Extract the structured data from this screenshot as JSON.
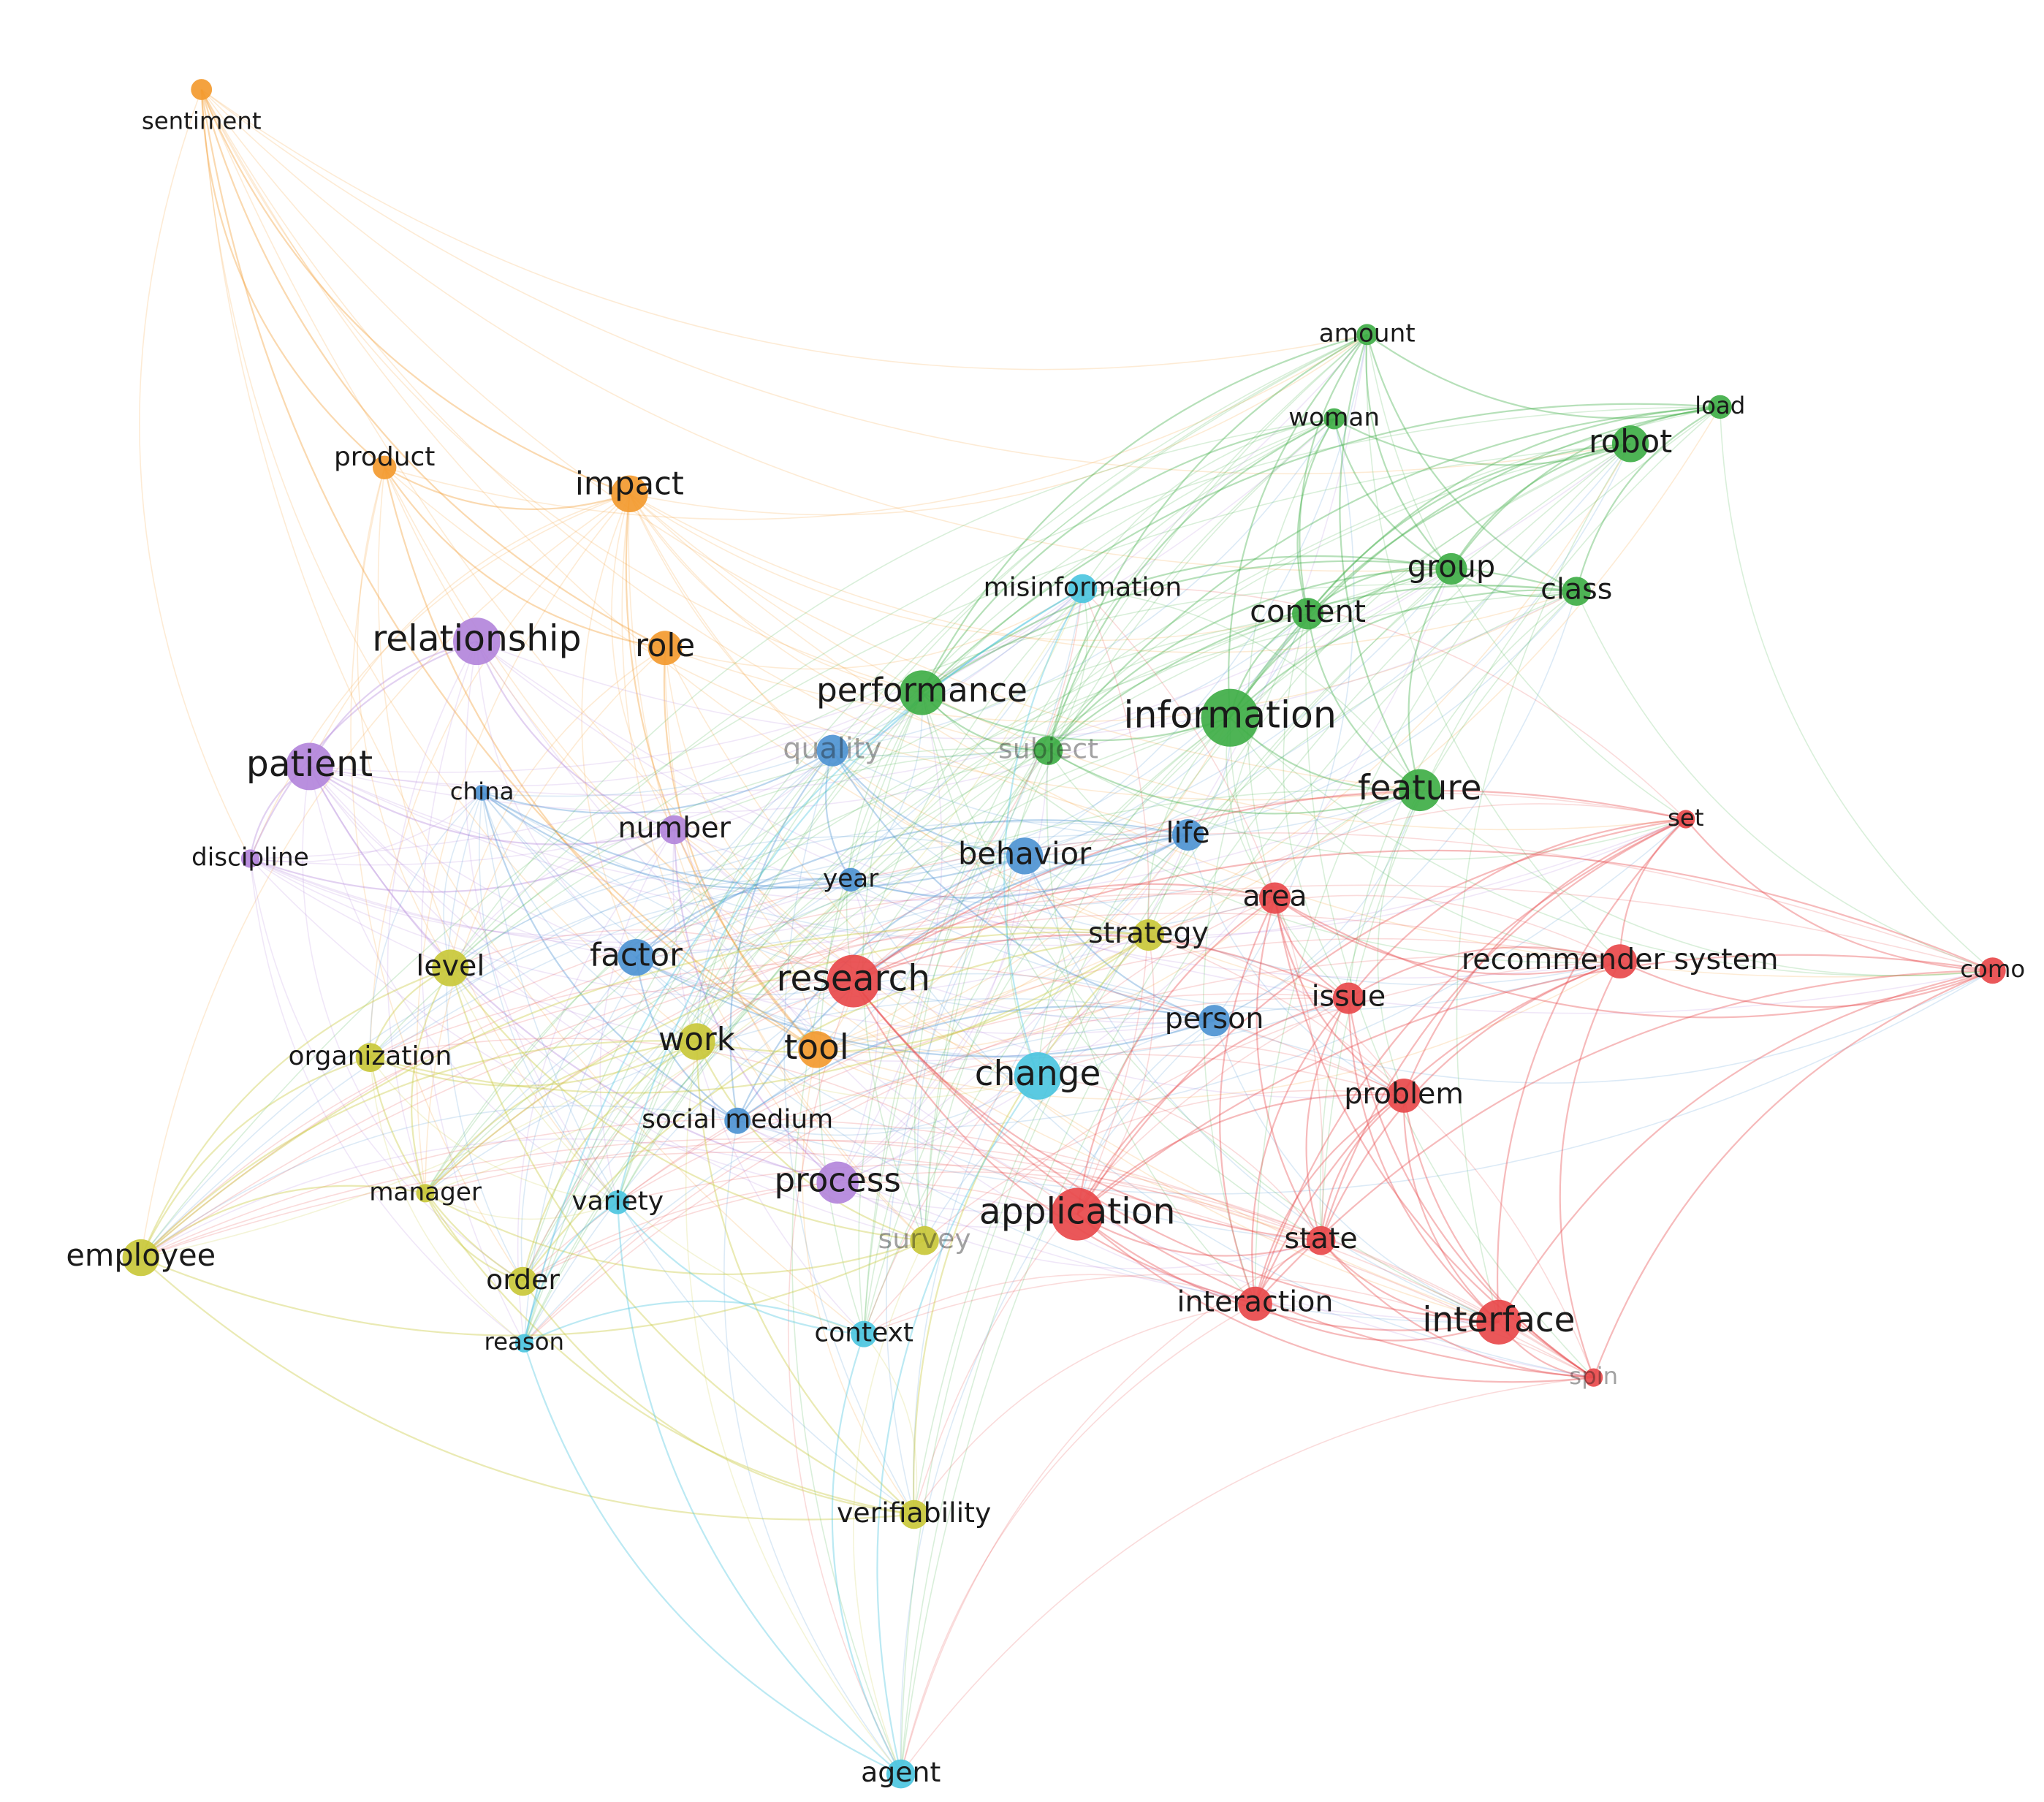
{
  "colors": {
    "orange": "#f39a2f",
    "purple": "#b386db",
    "blue": "#4e94d2",
    "green": "#3fae47",
    "red": "#e8494b",
    "yellow": "#c9c83a",
    "cyan": "#4cc6e0"
  },
  "nodes": [
    {
      "id": "sentiment",
      "label": "sentiment",
      "cluster": "orange"
    },
    {
      "id": "product",
      "label": "product",
      "cluster": "orange"
    },
    {
      "id": "impact",
      "label": "impact",
      "cluster": "orange"
    },
    {
      "id": "role",
      "label": "role",
      "cluster": "orange"
    },
    {
      "id": "tool",
      "label": "tool",
      "cluster": "orange"
    },
    {
      "id": "relationship",
      "label": "relationship",
      "cluster": "purple"
    },
    {
      "id": "patient",
      "label": "patient",
      "cluster": "purple"
    },
    {
      "id": "discipline",
      "label": "discipline",
      "cluster": "purple"
    },
    {
      "id": "number",
      "label": "number",
      "cluster": "purple"
    },
    {
      "id": "process",
      "label": "process",
      "cluster": "purple"
    },
    {
      "id": "china",
      "label": "china",
      "cluster": "blue"
    },
    {
      "id": "quality",
      "label": "quality",
      "cluster": "blue"
    },
    {
      "id": "year",
      "label": "year",
      "cluster": "blue"
    },
    {
      "id": "behavior",
      "label": "behavior",
      "cluster": "blue"
    },
    {
      "id": "life",
      "label": "life",
      "cluster": "blue"
    },
    {
      "id": "factor",
      "label": "factor",
      "cluster": "blue"
    },
    {
      "id": "person",
      "label": "person",
      "cluster": "blue"
    },
    {
      "id": "social-medium",
      "label": "social medium",
      "cluster": "blue"
    },
    {
      "id": "amount",
      "label": "amount",
      "cluster": "green"
    },
    {
      "id": "woman",
      "label": "woman",
      "cluster": "green"
    },
    {
      "id": "load",
      "label": "load",
      "cluster": "green"
    },
    {
      "id": "robot",
      "label": "robot",
      "cluster": "green"
    },
    {
      "id": "group",
      "label": "group",
      "cluster": "green"
    },
    {
      "id": "class",
      "label": "class",
      "cluster": "green"
    },
    {
      "id": "content",
      "label": "content",
      "cluster": "green"
    },
    {
      "id": "performance",
      "label": "performance",
      "cluster": "green"
    },
    {
      "id": "information",
      "label": "information",
      "cluster": "green"
    },
    {
      "id": "subject",
      "label": "subject",
      "cluster": "green"
    },
    {
      "id": "feature",
      "label": "feature",
      "cluster": "green"
    },
    {
      "id": "set",
      "label": "set",
      "cluster": "red"
    },
    {
      "id": "area",
      "label": "area",
      "cluster": "red"
    },
    {
      "id": "recommender-system",
      "label": "recommender system",
      "cluster": "red"
    },
    {
      "id": "como",
      "label": "como",
      "cluster": "red"
    },
    {
      "id": "issue",
      "label": "issue",
      "cluster": "red"
    },
    {
      "id": "research",
      "label": "research",
      "cluster": "red"
    },
    {
      "id": "problem",
      "label": "problem",
      "cluster": "red"
    },
    {
      "id": "application",
      "label": "application",
      "cluster": "red"
    },
    {
      "id": "state",
      "label": "state",
      "cluster": "red"
    },
    {
      "id": "interaction",
      "label": "interaction",
      "cluster": "red"
    },
    {
      "id": "interface",
      "label": "interface",
      "cluster": "red"
    },
    {
      "id": "spin",
      "label": "spin",
      "cluster": "red"
    },
    {
      "id": "level",
      "label": "level",
      "cluster": "yellow"
    },
    {
      "id": "organization",
      "label": "organization",
      "cluster": "yellow"
    },
    {
      "id": "work",
      "label": "work",
      "cluster": "yellow"
    },
    {
      "id": "strategy",
      "label": "strategy",
      "cluster": "yellow"
    },
    {
      "id": "manager",
      "label": "manager",
      "cluster": "yellow"
    },
    {
      "id": "employee",
      "label": "employee",
      "cluster": "yellow"
    },
    {
      "id": "order",
      "label": "order",
      "cluster": "yellow"
    },
    {
      "id": "survey",
      "label": "survey",
      "cluster": "yellow"
    },
    {
      "id": "verifiability",
      "label": "verifiability",
      "cluster": "yellow"
    },
    {
      "id": "misinformation",
      "label": "misinformation",
      "cluster": "cyan"
    },
    {
      "id": "change",
      "label": "change",
      "cluster": "cyan"
    },
    {
      "id": "variety",
      "label": "variety",
      "cluster": "cyan"
    },
    {
      "id": "context",
      "label": "context",
      "cluster": "cyan"
    },
    {
      "id": "reason",
      "label": "reason",
      "cluster": "cyan"
    },
    {
      "id": "agent",
      "label": "agent",
      "cluster": "cyan"
    }
  ]
}
